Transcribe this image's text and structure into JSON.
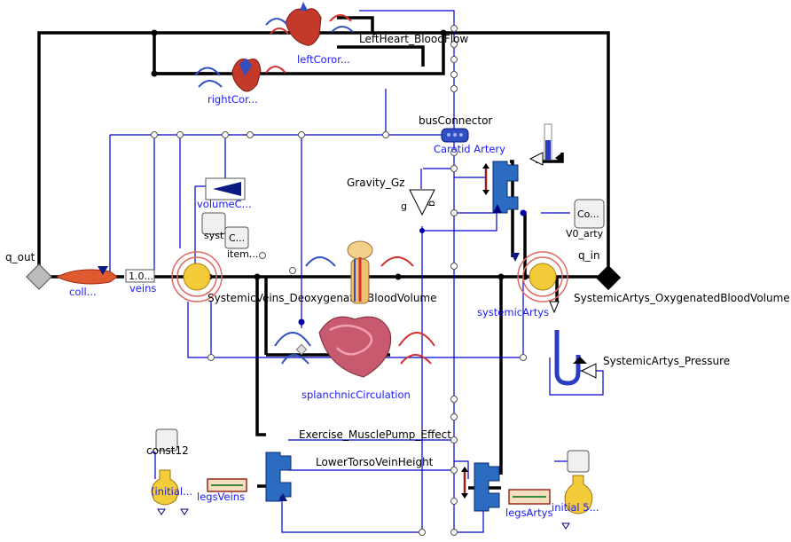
{
  "labels": {
    "q_out": "q_out",
    "q_in": "q_in",
    "left_heart_bloodflow": "LeftHeart_BloodFlow",
    "left_coronary": "leftCoror...",
    "right_coronary": "rightCor...",
    "bus_connector": "busConnector",
    "carotid_artery": "Carotid Artery",
    "gravity_gz": "Gravity_Gz",
    "volume_c": "volumeC...",
    "const_c": "C...",
    "syst_c": "syst",
    "item_c": "item...",
    "co_const": "Co...",
    "v0_arty": "V0_arty",
    "coll": "coll...",
    "veins": "veins",
    "veins_const": "1.0...",
    "systemic_veins_deox_volume": "SystemicVeins_DeoxygenatedBloodVolume",
    "systemic_artys_oxygenated_volume": "SystemicArtys_OxygenatedBloodVolume",
    "systemic_artys": "systemicArtys",
    "systemic_artys_pressure": "SystemicArtys_Pressure",
    "splanchnic_circulation": "splanchnicCirculation",
    "exercise_musclepump": "Exercise_MusclePump_Effect",
    "lower_torso_vein_height": "LowerTorsoVeinHeight",
    "const12": "const12",
    "initial_left": "(initial...",
    "legs_veins": "legsVeins",
    "legs_artys": "legsArtys",
    "initial_right": "initial 5...",
    "g_symbol": "g",
    "g_symbol_rot": "g"
  },
  "colors": {
    "hydraulic_wire": "#000000",
    "signal_wire": "#0000d0",
    "label_blue": "#1a1aff",
    "vessel_red": "#d43030",
    "vessel_blue": "#3050c0",
    "pump_blue": "#2c6cc0",
    "fat_yellow": "#f2cc3a"
  }
}
